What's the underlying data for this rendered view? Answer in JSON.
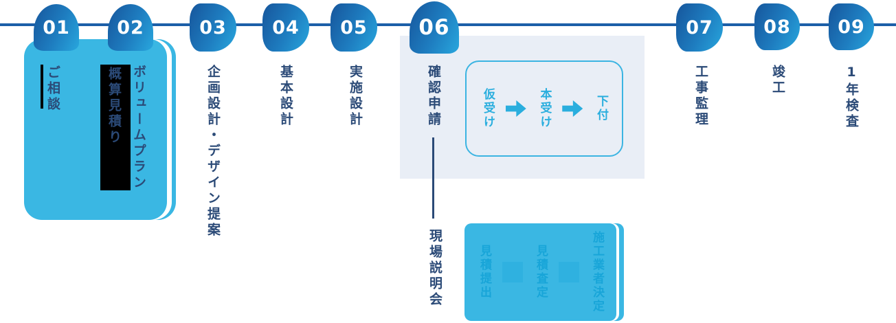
{
  "diagram_title": "construction-process-timeline",
  "timeline": {
    "steps": [
      {
        "number": "01",
        "label": "ご相談"
      },
      {
        "number": "02",
        "label": "ボリュームプラン",
        "label_secondary": "概算見積り"
      },
      {
        "number": "03",
        "label": "企画設計・デザイン提案"
      },
      {
        "number": "04",
        "label": "基本設計"
      },
      {
        "number": "05",
        "label": "実施設計"
      },
      {
        "number": "06",
        "label": "確認申請"
      },
      {
        "number": "07",
        "label": "工事監理"
      },
      {
        "number": "08",
        "label": "竣工"
      },
      {
        "number": "09",
        "label": "1年検査"
      }
    ]
  },
  "confirmation_flow": {
    "items": [
      "仮受け",
      "本受け",
      "下付"
    ]
  },
  "site_briefing_label": "現場説明会",
  "bid_flow": {
    "items": [
      "見積提出",
      "見積査定",
      "施工業者決定"
    ]
  },
  "colors": {
    "timeline_line": "#1c5fa8",
    "badge_gradient_start": "#17599f",
    "badge_gradient_end": "#27a2da",
    "highlight_cyan": "#3ab7e3",
    "navy_text": "#2b4a77",
    "panel_bg": "#e9eef6",
    "flow_cyan_text": "#2aaede",
    "bid_text_cyan": "#18a5d8",
    "artifact_black": "#000000"
  }
}
